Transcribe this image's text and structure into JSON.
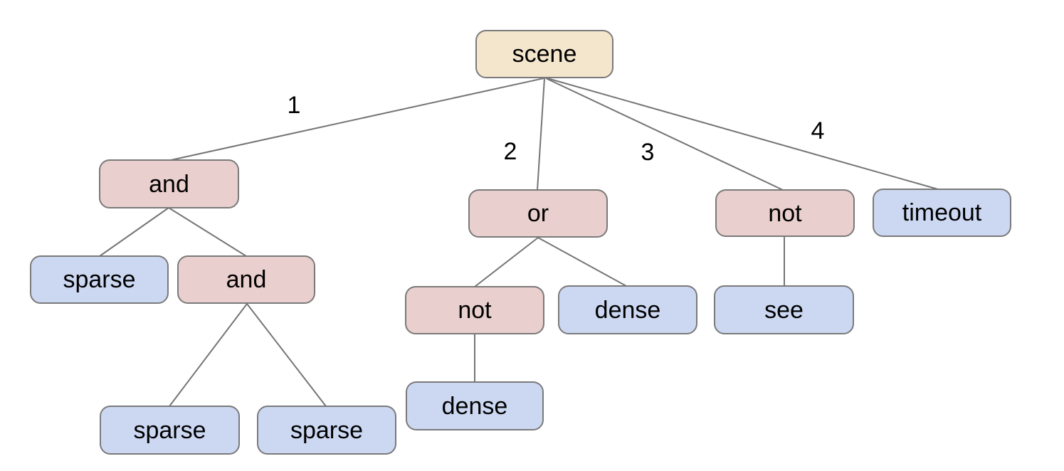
{
  "colors": {
    "background": "#ffffff",
    "root_fill": "#f4e6cd",
    "operator_fill": "#e9cfcd",
    "leaf_fill": "#ccd8f2",
    "node_border": "#7a7a7a",
    "edge_line": "#757575",
    "label_color": "#000000"
  },
  "nodes": {
    "scene": {
      "label": "scene",
      "role": "root"
    },
    "and1": {
      "label": "and",
      "role": "operator"
    },
    "or1": {
      "label": "or",
      "role": "operator"
    },
    "not1": {
      "label": "not",
      "role": "operator"
    },
    "timeout": {
      "label": "timeout",
      "role": "leaf"
    },
    "sparse1": {
      "label": "sparse",
      "role": "leaf"
    },
    "and2": {
      "label": "and",
      "role": "operator"
    },
    "not2": {
      "label": "not",
      "role": "operator"
    },
    "dense1": {
      "label": "dense",
      "role": "leaf"
    },
    "see": {
      "label": "see",
      "role": "leaf"
    },
    "sparse2": {
      "label": "sparse",
      "role": "leaf"
    },
    "sparse3": {
      "label": "sparse",
      "role": "leaf"
    },
    "dense2": {
      "label": "dense",
      "role": "leaf"
    }
  },
  "edges": [
    {
      "from": "scene",
      "to": "and1",
      "label": "1"
    },
    {
      "from": "scene",
      "to": "or1",
      "label": "2"
    },
    {
      "from": "scene",
      "to": "not1",
      "label": "3"
    },
    {
      "from": "scene",
      "to": "timeout",
      "label": "4"
    },
    {
      "from": "and1",
      "to": "sparse1"
    },
    {
      "from": "and1",
      "to": "and2"
    },
    {
      "from": "and2",
      "to": "sparse2"
    },
    {
      "from": "and2",
      "to": "sparse3"
    },
    {
      "from": "or1",
      "to": "not2"
    },
    {
      "from": "or1",
      "to": "dense1"
    },
    {
      "from": "not2",
      "to": "dense2"
    },
    {
      "from": "not1",
      "to": "see"
    }
  ]
}
